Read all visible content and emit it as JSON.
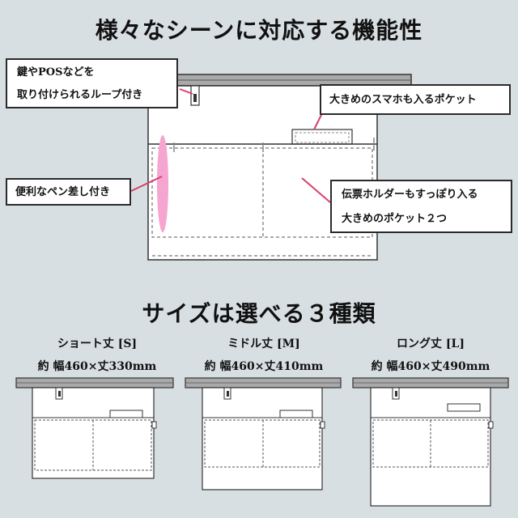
{
  "section1": {
    "title": "様々なシーンに対応する機能性",
    "callouts": {
      "loop_line1": "鍵やPOSなどを",
      "loop_line2": "取り付けられるループ付き",
      "phone_pocket": "大きめのスマホも入るポケット",
      "pen_holder": "便利なペン差し付き",
      "big_pocket_line1": "伝票ホルダーもすっぽり入る",
      "big_pocket_line2": "大きめのポケット２つ"
    }
  },
  "section2": {
    "title": "サイズは選べる３種類",
    "sizes": [
      {
        "name": "ショート丈 [S]",
        "dims": "約 幅460×丈330mm"
      },
      {
        "name": "ミドル丈 [M]",
        "dims": "約 幅460×丈410mm"
      },
      {
        "name": "ロング丈 [L]",
        "dims": "約 幅460×丈490mm"
      }
    ]
  },
  "colors": {
    "background": "#d8dfe3",
    "accent_line": "#d9406a",
    "pen_highlight": "#f4a6d0",
    "rail": "#a9a9a9"
  }
}
